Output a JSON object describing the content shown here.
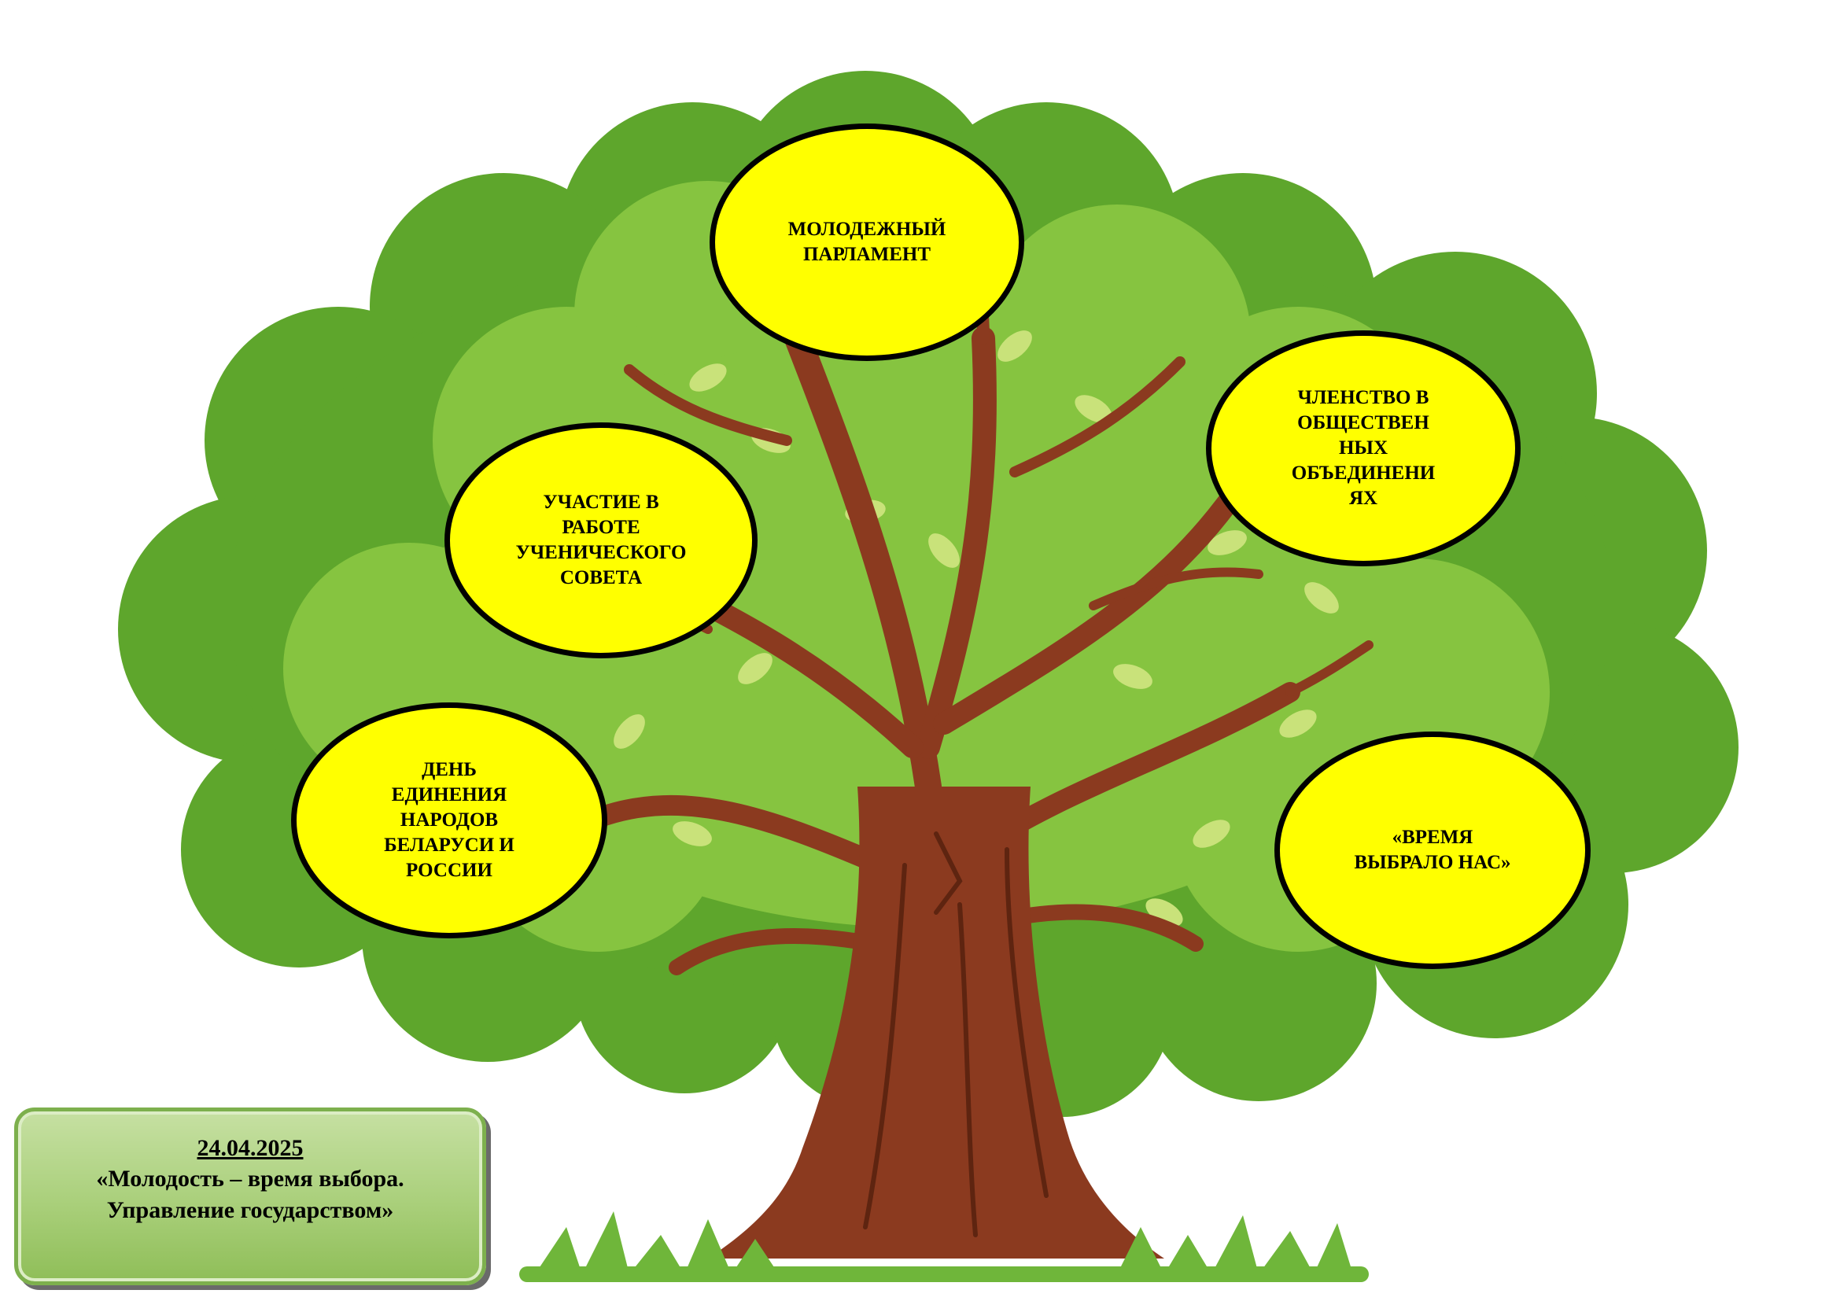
{
  "bubbles": {
    "youth_parliament": "МОЛОДЕЖНЫЙ\nПАРЛАМЕНТ",
    "student_council": "УЧАСТИЕ В\nРАБОТЕ\nУЧЕНИЧЕСКОГО\nСОВЕТА",
    "public_associations": "ЧЛЕНСТВО В\nОБЩЕСТВЕН\nНЫХ\nОБЪЕДИНЕНИ\nЯХ",
    "unity_day": "ДЕНЬ\nЕДИНЕНИЯ\nНАРОДОВ\nБЕЛАРУСИ И\nРОССИИ",
    "time_chose_us": "«ВРЕМЯ\nВЫБРАЛО НАС»"
  },
  "info": {
    "date": "24.04.2025",
    "title": "«Молодость – время выбора.\nУправление государством»"
  },
  "colors": {
    "bubble_fill": "#ffff00",
    "foliage_dark": "#5ea62c",
    "foliage_light": "#86c440",
    "trunk": "#8b3a1f"
  },
  "icons": {
    "tree": "tree-illustration"
  }
}
